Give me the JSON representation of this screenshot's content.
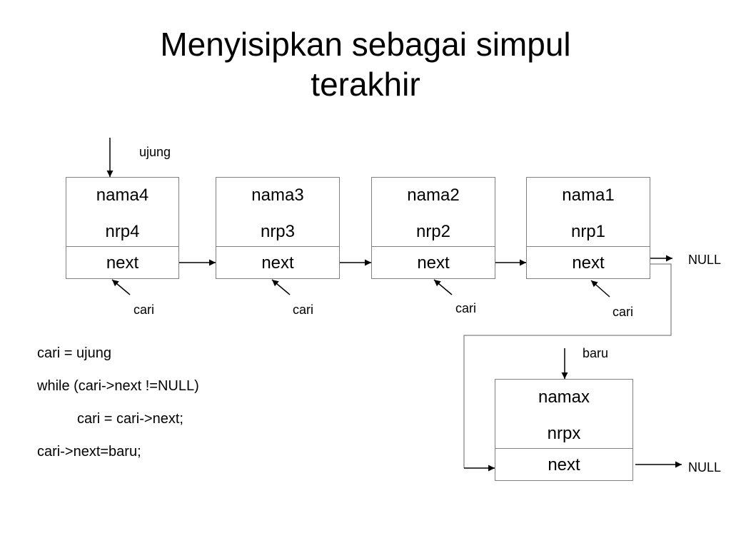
{
  "title": {
    "line1": "Menyisipkan sebagai simpul",
    "line2": "terakhir"
  },
  "labels": {
    "ujung": "ujung",
    "baru": "baru",
    "null": "NULL",
    "cari": "cari"
  },
  "nodes": [
    {
      "nama": "nama4",
      "nrp": "nrp4",
      "next": "next"
    },
    {
      "nama": "nama3",
      "nrp": "nrp3",
      "next": "next"
    },
    {
      "nama": "nama2",
      "nrp": "nrp2",
      "next": "next"
    },
    {
      "nama": "nama1",
      "nrp": "nrp1",
      "next": "next"
    }
  ],
  "new_node": {
    "nama": "namax",
    "nrp": "nrpx",
    "next": "next"
  },
  "code": [
    "cari = ujung",
    "while (cari->next !=NULL)",
    "cari = cari->next;",
    "cari->next=baru;"
  ]
}
